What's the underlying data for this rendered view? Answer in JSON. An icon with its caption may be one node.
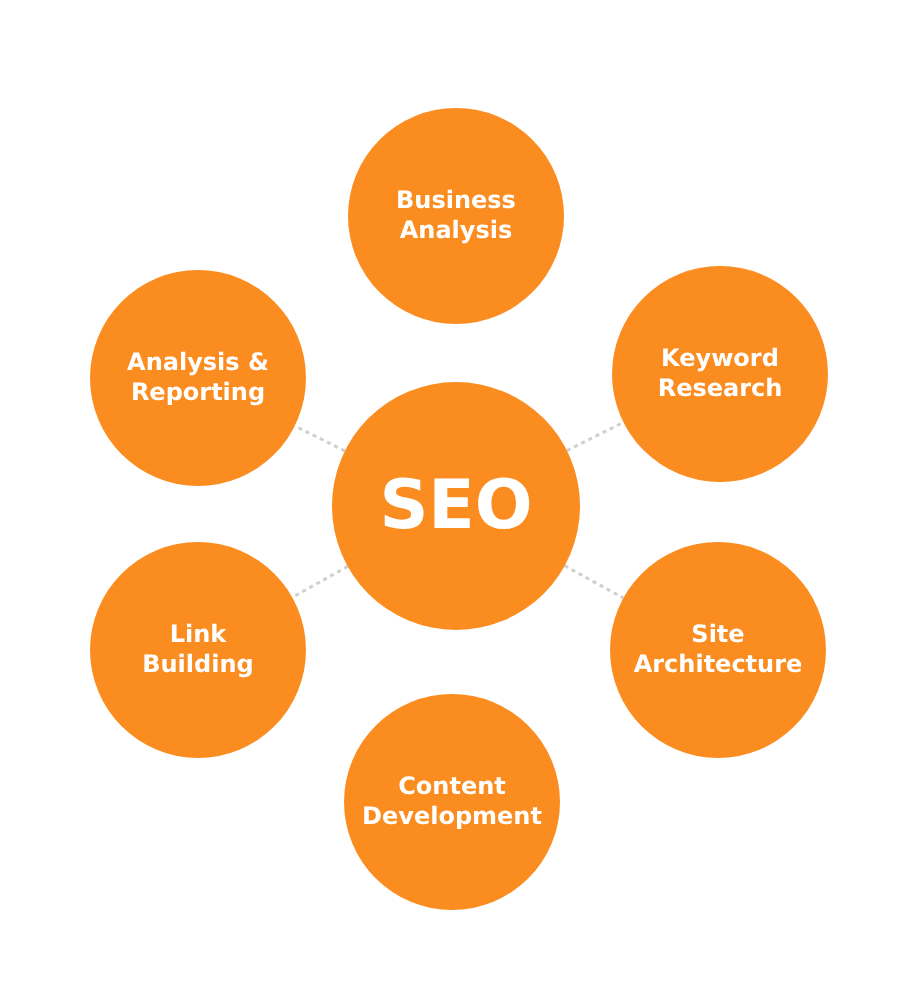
{
  "diagram": {
    "nodes": [
      {
        "text": [
          "Business Analysis"
        ]
      },
      {
        "text": [
          "Analysis & Reporting"
        ]
      },
      {
        "text": [
          "Keyword Research"
        ]
      },
      {
        "text": [
          "SEO"
        ]
      },
      {
        "text": [
          "Link Building"
        ]
      },
      {
        "text": [
          "Site Architecture"
        ]
      },
      {
        "text": [
          "Content Development"
        ]
      }
    ],
    "edges": [
      {
        "from": 3,
        "to": 1,
        "arrow": "none",
        "style": "dashed"
      },
      {
        "from": 3,
        "to": 2,
        "arrow": "none",
        "style": "dashed"
      },
      {
        "from": 3,
        "to": 4,
        "arrow": "none",
        "style": "dashed"
      },
      {
        "from": 3,
        "to": 5,
        "arrow": "none",
        "style": "dashed"
      }
    ]
  }
}
